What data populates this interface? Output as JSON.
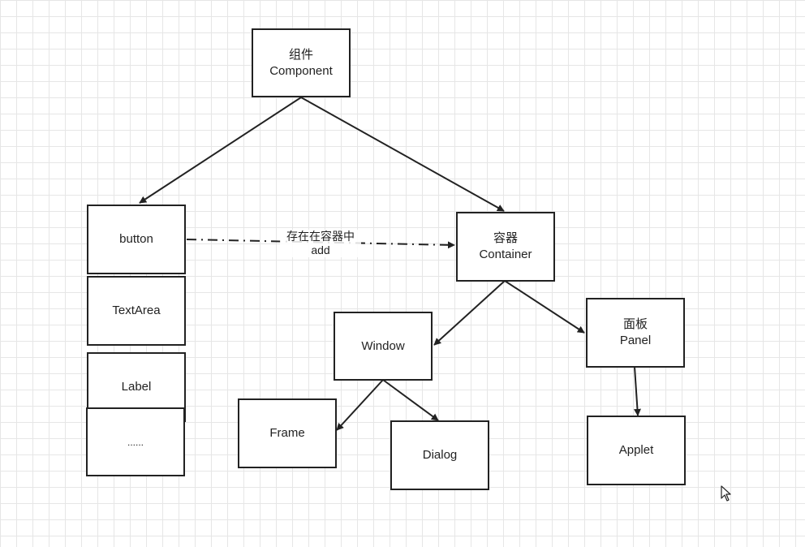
{
  "nodes": {
    "component": {
      "line1": "组件",
      "line2": "Component"
    },
    "button": {
      "line1": "button"
    },
    "textarea": {
      "line1": "TextArea"
    },
    "label": {
      "line1": "Label"
    },
    "ellipsis": {
      "line1": "......"
    },
    "container": {
      "line1": "容器",
      "line2": "Container"
    },
    "window": {
      "line1": "Window"
    },
    "panel": {
      "line1": "面板",
      "line2": "Panel"
    },
    "frame": {
      "line1": "Frame"
    },
    "dialog": {
      "line1": "Dialog"
    },
    "applet": {
      "line1": "Applet"
    }
  },
  "edge_label": {
    "line1": "存在在容器中",
    "line2": "add"
  },
  "colors": {
    "stroke": "#222222",
    "grid": "#e6e6e6",
    "background": "#ffffff"
  },
  "icons": {
    "cursor": "mouse-pointer-icon"
  }
}
